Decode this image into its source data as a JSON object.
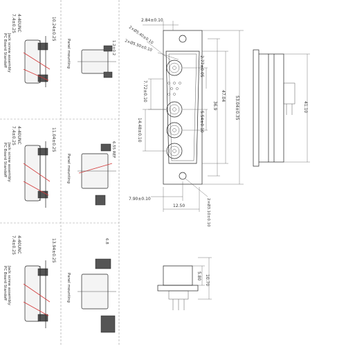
{
  "mount_variants": [
    {
      "thread": "4-40UNC",
      "thickness": "7.4±0.25",
      "length": "10.24±0.25",
      "side_dim": "1.2±0.2",
      "note_a": "PC Board Standoff",
      "note_b": "Jack screw assembly",
      "note_c": "Panel mounting"
    },
    {
      "thread": "4-40UNC",
      "thickness": "7.4±0.25",
      "length": "11.04±0.25",
      "side_dim": "6.55 REF",
      "note_a": "PC Board Standoff",
      "note_b": "Jack screw assembly",
      "note_c": "Panel mounting"
    },
    {
      "thread": "4-40UNC",
      "thickness": "7.4±0.25",
      "length": "13.94±0.25",
      "side_dim": "6.8",
      "note_a": "PC Board Standoff",
      "note_b": "Jack screw assembly",
      "note_c": "Panel mounting"
    }
  ],
  "front_view": {
    "dims": {
      "top_offset": "2.84±0.10",
      "hole_spacing_1": "2×Ø5.40±0.10",
      "hole_spacing_2": "2×Ø5.50±0.10",
      "row_a": "2.77±0.05",
      "row_b": "7.72±0.10",
      "row_c": "14.48±0.10",
      "pitch_a": "5.54±0.10",
      "pitch_b": "36.9",
      "overall_a": "47.04",
      "overall_b": "53.04±0.35",
      "bottom_offset": "7.90±0.10",
      "width": "12.50",
      "mount_hole": "2×Ø3.10±0.10"
    }
  },
  "side_view": {
    "height": "41.10"
  },
  "bottom_view": {
    "dim_a": "5.80",
    "dim_b": "10.70"
  }
}
